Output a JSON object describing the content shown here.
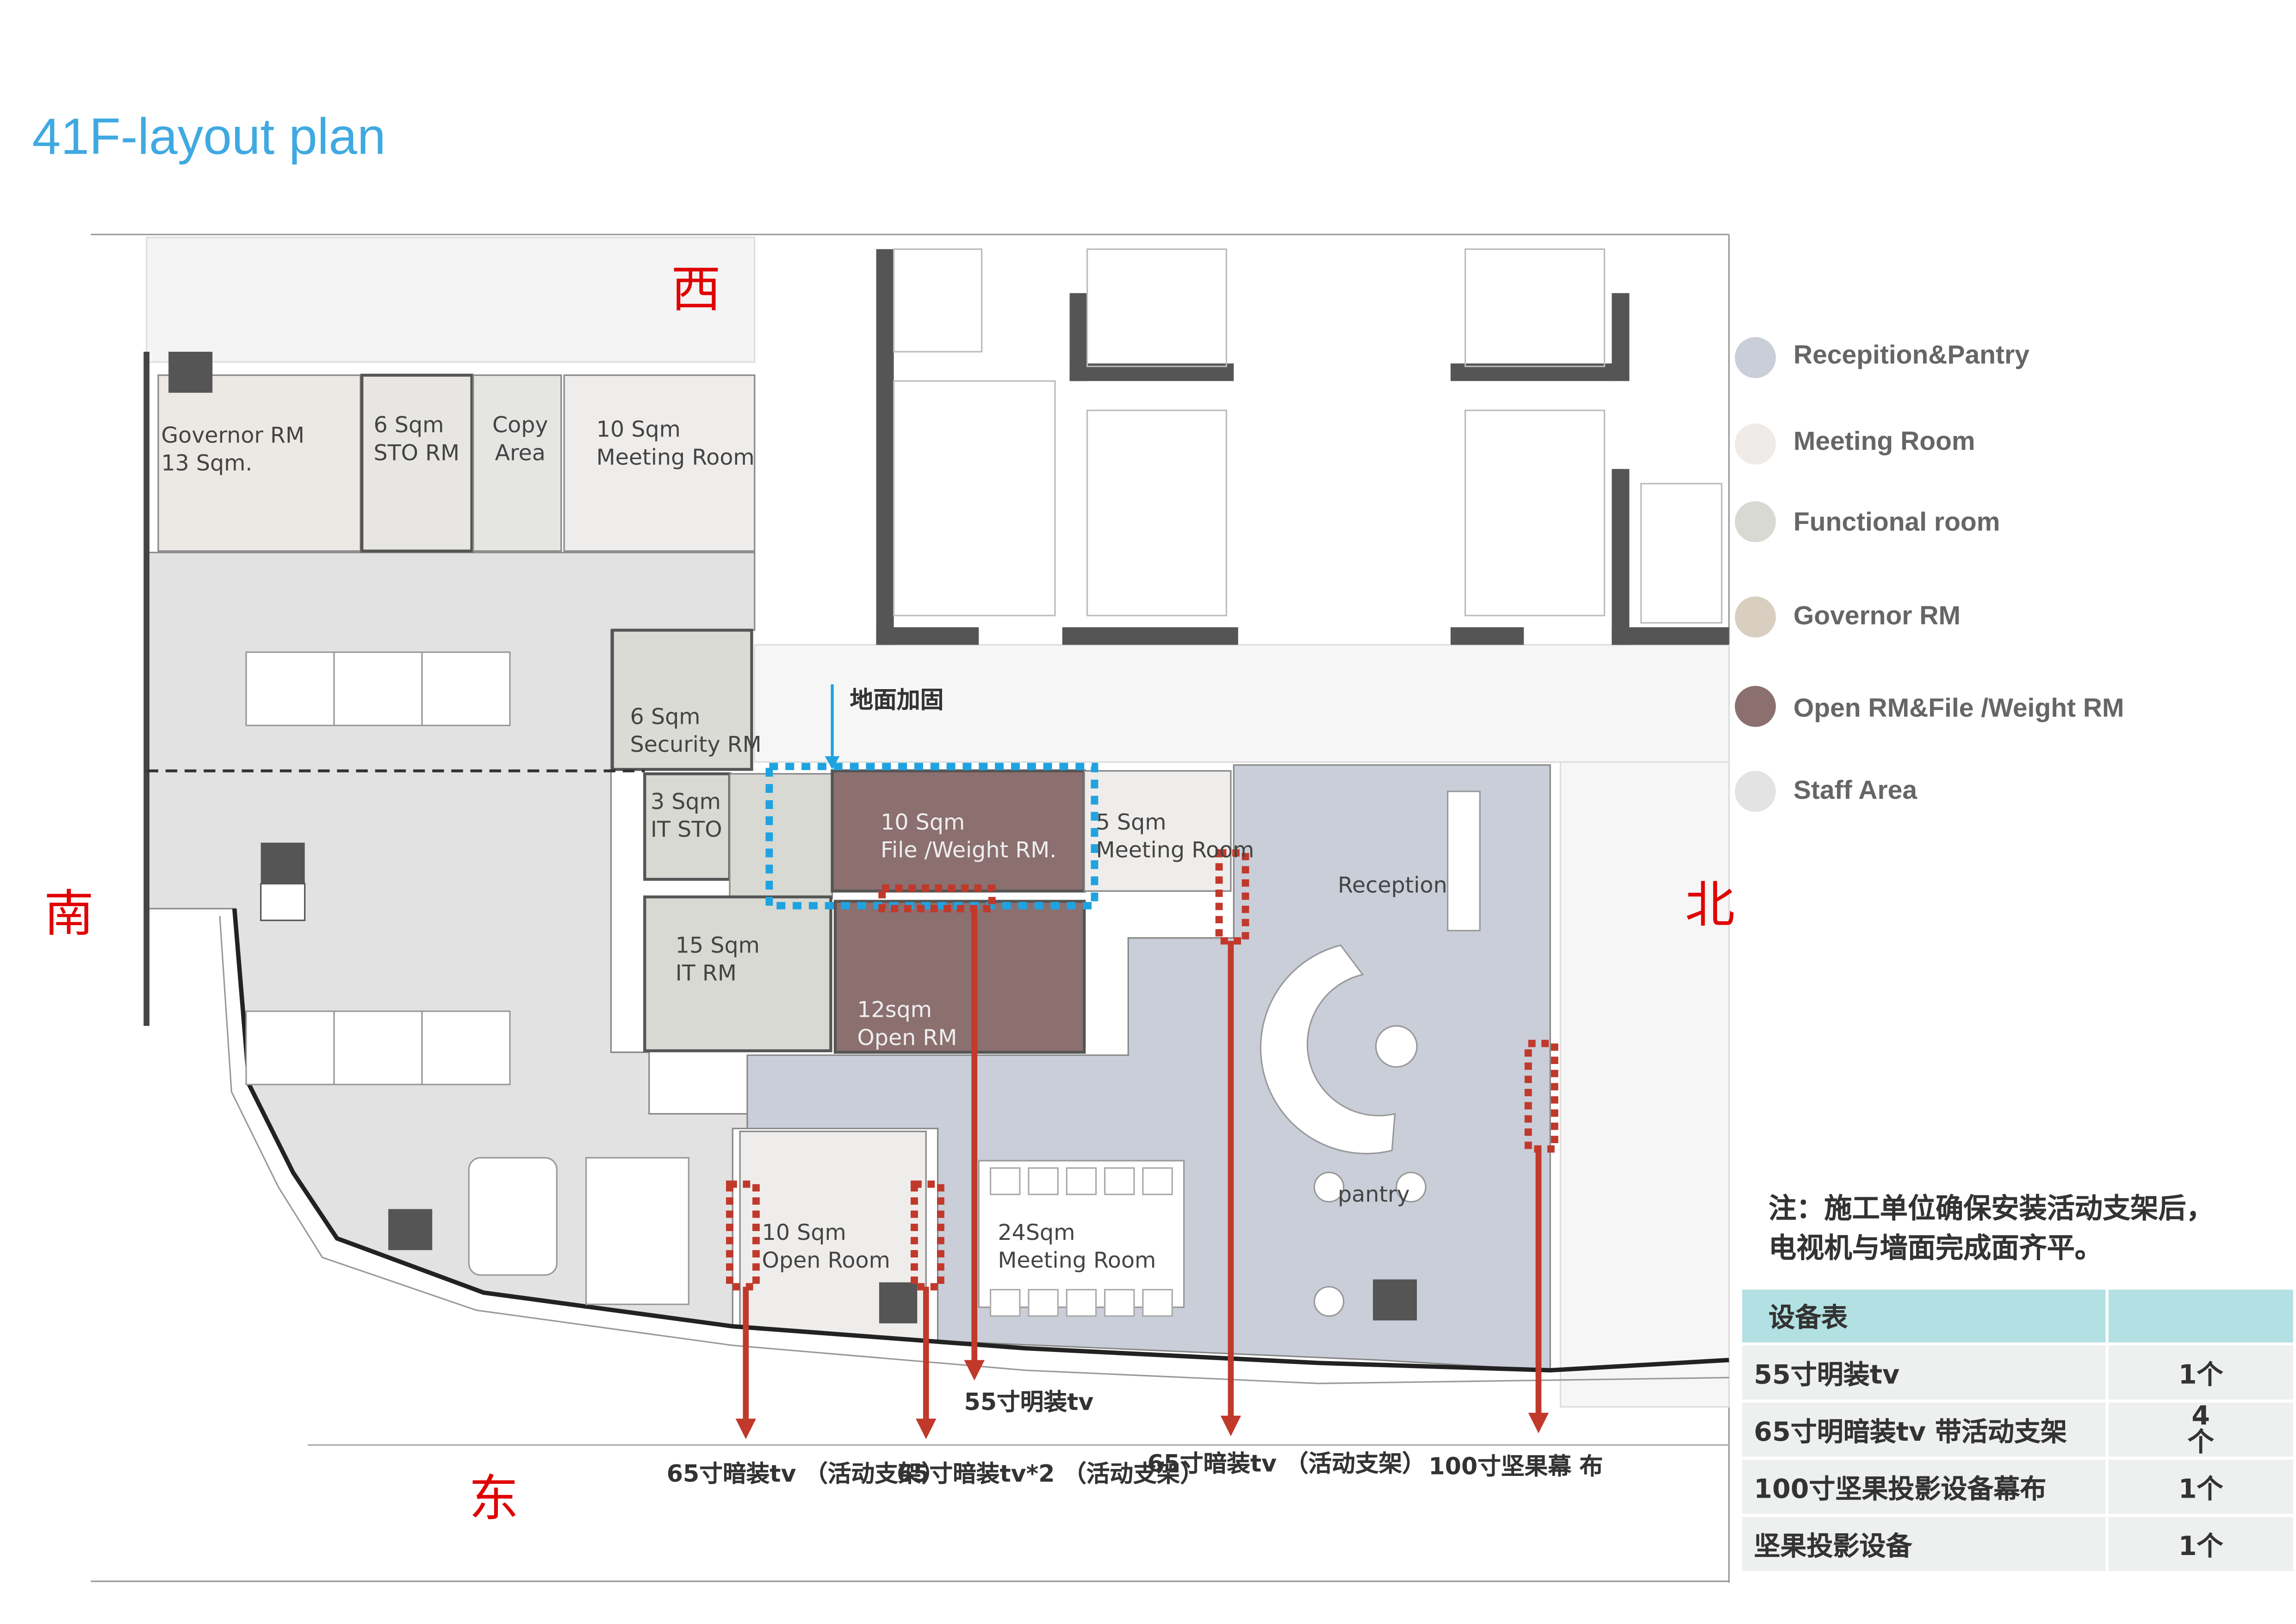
{
  "title": "41F-layout plan",
  "directions": {
    "west": "西",
    "south": "南",
    "north": "北",
    "east": "东"
  },
  "rooms": {
    "governor": "Governor  RM\n13 Sqm.",
    "sto": "6 Sqm\nSTO RM",
    "copy": "Copy\nArea",
    "meeting10": "10 Sqm\nMeeting Room",
    "security": "6 Sqm\nSecurity RM",
    "itsto": "3 Sqm\nIT STO",
    "file": "10 Sqm\nFile /Weight RM.",
    "meeting5": "5 Sqm\nMeeting Room",
    "itrm": "15 Sqm\nIT RM",
    "open12": "12sqm\nOpen  RM",
    "reception": "Reception",
    "pantry": "pantry",
    "open10": "10 Sqm\nOpen Room",
    "meeting24": "24Sqm\nMeeting Room"
  },
  "reinforce_label": "地面加固",
  "legend": [
    {
      "label": "Recepition&Pantry",
      "color": "#c9ced9"
    },
    {
      "label": "Meeting Room",
      "color": "#eeebe9"
    },
    {
      "label": "Functional room",
      "color": "#d8d9d3"
    },
    {
      "label": "Governor  RM",
      "color": "#d8cfc1"
    },
    {
      "label": "Open  RM&File /Weight RM",
      "color": "#8c6f6f"
    },
    {
      "label": "Staff Area",
      "color": "#e3e3e3"
    }
  ],
  "note": "注：施工单位确保安装活动支架后，电视机与墙面完成面齐平。",
  "callouts": {
    "c1": "65寸暗装tv\n（活动支架）",
    "c2": "65寸暗装tv*2\n（活动支架）",
    "c3": "55寸明装tv",
    "c4": "65寸暗装tv\n（活动支架）",
    "c5": "100寸坚果幕\n布"
  },
  "equipment": {
    "header": "设备表",
    "rows": [
      {
        "item": "55寸明装tv",
        "qty": "1个"
      },
      {
        "item": "65寸明暗装tv  带活动支架",
        "qty": "4\n个"
      },
      {
        "item": "100寸坚果投影设备幕布",
        "qty": "1个"
      },
      {
        "item": "坚果投影设备",
        "qty": "1个"
      }
    ]
  },
  "colors": {
    "title": "#3fa9e1",
    "direction": "#e00000",
    "arrow": "#c0392b",
    "reinforce": "#1fa3e0"
  }
}
